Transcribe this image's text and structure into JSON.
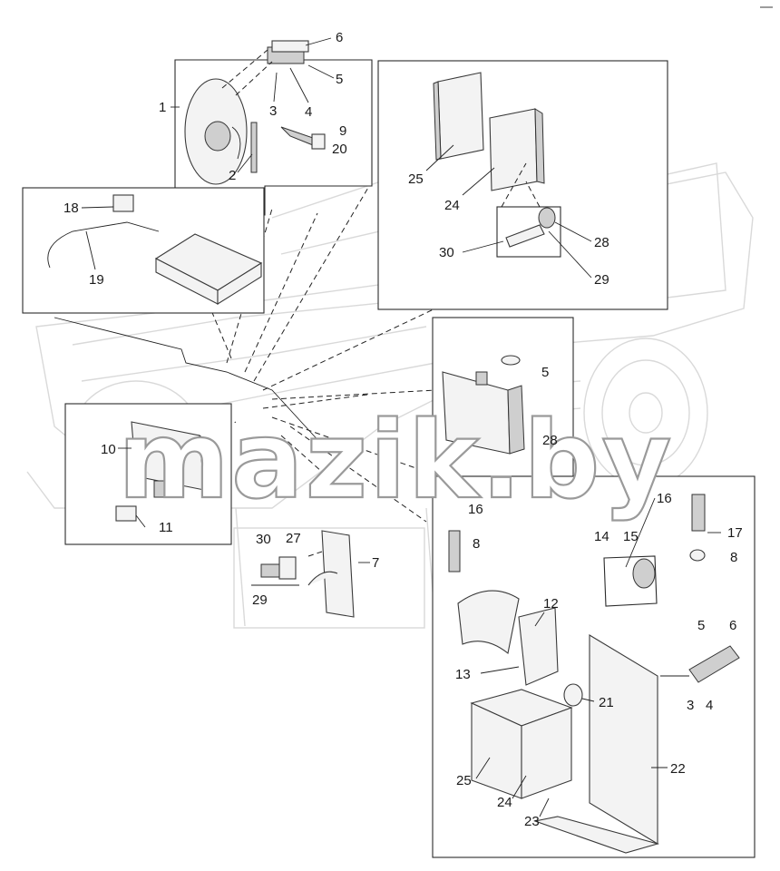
{
  "diagram": {
    "watermark": "mazik.by",
    "callouts": {
      "c1": "1",
      "c2": "2",
      "c3a": "3",
      "c4a": "4",
      "c5a": "5",
      "c6a": "6",
      "c9": "9",
      "c20": "20",
      "c18": "18",
      "c19": "19",
      "c25a": "25",
      "c24a": "24",
      "c28a": "28",
      "c29a": "29",
      "c30a": "30",
      "c5b": "5",
      "c28b": "28",
      "c10": "10",
      "c11": "11",
      "c30b": "30",
      "c27": "27",
      "c29b": "29",
      "c7": "7",
      "c16a": "16",
      "c8a": "8",
      "c14": "14",
      "c15": "15",
      "c16b": "16",
      "c17": "17",
      "c8b": "8",
      "c12": "12",
      "c13": "13",
      "c5c": "5",
      "c6b": "6",
      "c3b": "3",
      "c4b": "4",
      "c21": "21",
      "c22": "22",
      "c25b": "25",
      "c24b": "24",
      "c23": "23"
    }
  }
}
